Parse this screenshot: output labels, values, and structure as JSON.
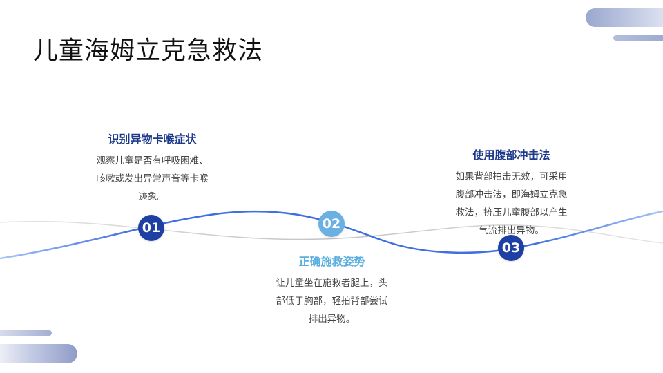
{
  "slide": {
    "title": "儿童海姆立克急救法",
    "steps": [
      {
        "number": "01",
        "title": "识别异物卡喉症状",
        "lines": [
          "观察儿童是否有呼吸困难、",
          "咳嗽或发出异常声音等卡喉",
          "迹象。"
        ]
      },
      {
        "number": "02",
        "title": "正确施救姿势",
        "lines": [
          "让儿童坐在施救者腿上，头",
          "部低于胸部，轻拍背部尝试",
          "排出异物。"
        ]
      },
      {
        "number": "03",
        "title": "使用腹部冲击法",
        "lines": [
          "如果背部拍击无效，可采用",
          "腹部冲击法，即海姆立克急",
          "救法，挤压儿童腹部以产生",
          "气流排出异物。"
        ]
      }
    ]
  },
  "colors": {
    "primary": "#1e3fa3",
    "accent": "#6ab0e2",
    "wave_blue": "#3f6fe0",
    "wave_gray": "#c8c8c8"
  }
}
